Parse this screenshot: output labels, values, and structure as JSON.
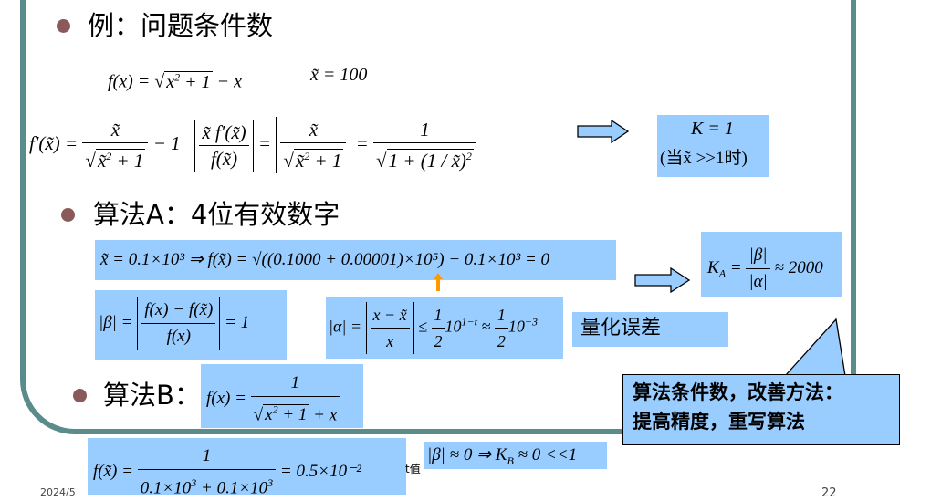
{
  "heading1": "例：问题条件数",
  "heading2": "算法A：4位有效数字",
  "heading3": "算法B：",
  "quant_label": "量化误差",
  "callout_line1": "算法条件数，改善方法：",
  "callout_line2": "提高精度，重写算法",
  "k_label": "K = 1",
  "k_note": "(当x̃ >>1时)",
  "ka_value": "≈ 2000",
  "algA_expr": "x̃ = 0.1×10³ ⇒ f(x̃) = √((0.1000 + 0.00001)×10⁵) − 0.1×10³ = 0",
  "algB_result": "= 0.5×10⁻²",
  "beta_b": "|β| ≈ 0 ⇒ K",
  "beta_b_tail": "≈ 0 <<1",
  "stray_char": "t值",
  "footer_left": "2024/5",
  "footer_right": "22"
}
